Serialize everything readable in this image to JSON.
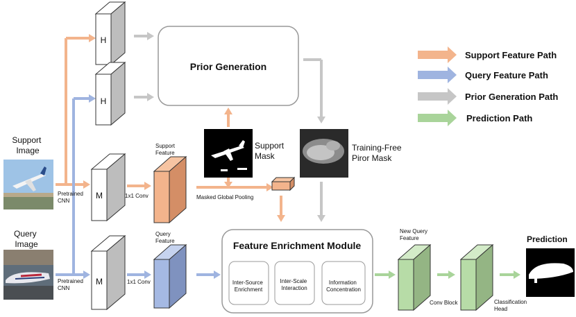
{
  "labels": {
    "support_image": [
      "Support",
      "Image"
    ],
    "query_image": [
      "Query",
      "Image"
    ],
    "pretrained_cnn_top": [
      "Pretrained",
      "CNN"
    ],
    "pretrained_cnn_bottom": [
      "Pretrained",
      "CNN"
    ],
    "h_letter": "H",
    "m_letter": "M",
    "conv_top": "1x1 Conv",
    "conv_bottom": "1x1 Conv",
    "support_feature": [
      "Support",
      "Feature"
    ],
    "query_feature": [
      "Query",
      "Feature"
    ],
    "prior_generation": "Prior Generation",
    "support_mask": [
      "Support",
      "Mask"
    ],
    "training_free": [
      "Training-Free",
      "Piror Mask"
    ],
    "masked_global_pooling": "Masked Global Pooling",
    "fem_title": "Feature Enrichment Module",
    "fem_sub1": [
      "Inter-Source",
      "Enrichment"
    ],
    "fem_sub2": [
      "Inter-Scale",
      "Interaction"
    ],
    "fem_sub3": [
      "Information",
      "Concentration"
    ],
    "new_query_feature": [
      "New Query",
      "Feature"
    ],
    "conv_block": "Conv Block",
    "classification_head": [
      "Classification",
      "Head"
    ],
    "prediction": "Prediction"
  },
  "legend": [
    {
      "label": "Support Feature Path",
      "color": "#f3b48c"
    },
    {
      "label": "Query Feature Path",
      "color": "#9fb4e0"
    },
    {
      "label": "Prior Generation Path",
      "color": "#c6c6c6"
    },
    {
      "label": "Prediction Path",
      "color": "#a9d49a"
    }
  ],
  "colors": {
    "support": "#f3b48c",
    "query": "#9fb4e0",
    "prior": "#c6c6c6",
    "prediction": "#a9d49a"
  }
}
